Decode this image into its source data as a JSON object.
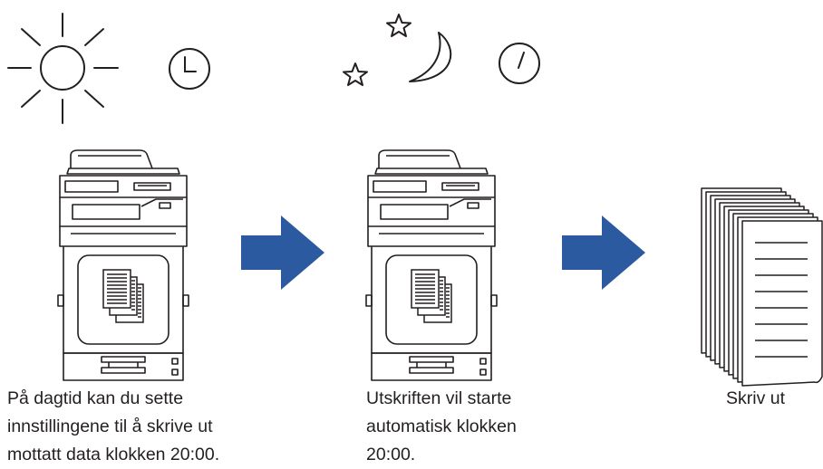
{
  "steps": [
    {
      "caption_lines": [
        "På dagtid kan du sette",
        "innstillingene til å skrive ut",
        "mottatt data klokken 20:00."
      ]
    },
    {
      "caption_lines": [
        "Utskriften vil starte",
        "automatisk klokken",
        "20:00."
      ]
    },
    {
      "caption_lines": [
        "Skriv ut"
      ]
    }
  ],
  "icons": {
    "day": "sun-icon",
    "day_clock": "clock-three-icon",
    "night": "moon-and-stars-icon",
    "night_clock": "clock-one-icon",
    "machine": "multifunction-printer-icon",
    "queued": "stacked-documents-icon",
    "arrow": "right-arrow-icon",
    "output": "printed-pages-stack-icon"
  },
  "colors": {
    "arrow": "#2c5aa0",
    "line": "#231f20"
  }
}
